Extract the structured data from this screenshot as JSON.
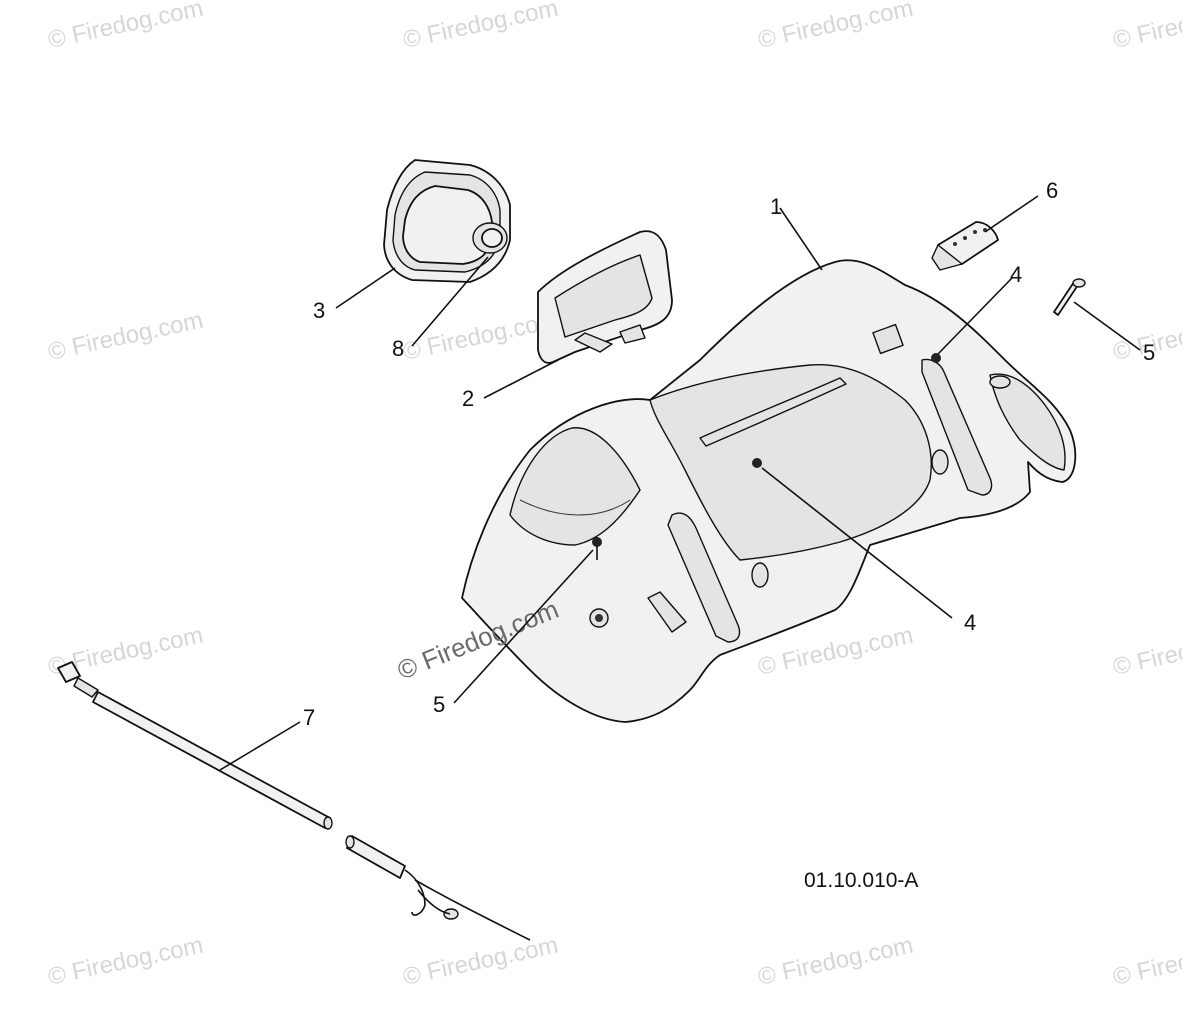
{
  "diagram": {
    "reference_code": "01.10.010-A",
    "callouts": [
      "1",
      "2",
      "3",
      "4",
      "4",
      "5",
      "5",
      "6",
      "7",
      "8"
    ],
    "watermark_text": "© Firedog.com",
    "colors": {
      "line": "#111111",
      "part_fill": "#f1f1f1",
      "shade_fill": "#e4e4e4",
      "watermark": "#d6d6d6",
      "center_watermark": "#6b6b6b"
    }
  }
}
